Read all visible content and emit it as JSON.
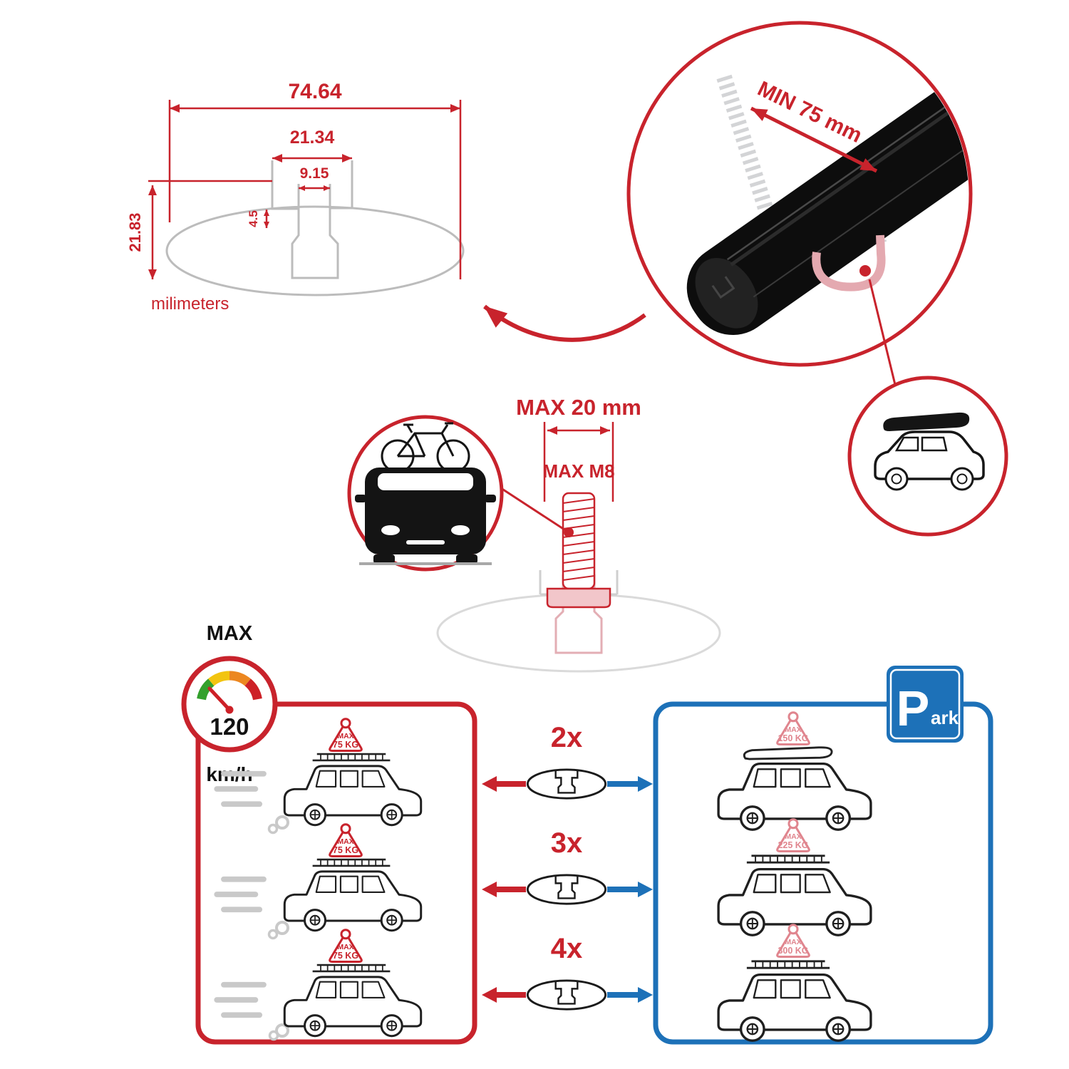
{
  "profile_diagram": {
    "total_width": "74.64",
    "channel_width": "21.34",
    "slot_width": "9.15",
    "lip_depth": "4.5",
    "total_height": "21.83",
    "units_label": "milimeters"
  },
  "crossbar_circle": {
    "min_span_label": "MIN 75 mm"
  },
  "bolt_diagram": {
    "max_length_label": "MAX 20 mm",
    "max_thread_label": "MAX M8"
  },
  "speed_gauge": {
    "title": "MAX",
    "value": "120",
    "units": "km/h"
  },
  "park_sign": {
    "initial": "P",
    "rest": "ark"
  },
  "capacity_table": {
    "multipliers": [
      "2x",
      "3x",
      "4x"
    ],
    "driving": [
      {
        "max_label": "MAX",
        "load": "75 KG"
      },
      {
        "max_label": "MAX",
        "load": "75 KG"
      },
      {
        "max_label": "MAX",
        "load": "75 KG"
      }
    ],
    "parked": [
      {
        "max_label": "MAX",
        "load": "150 KG"
      },
      {
        "max_label": "MAX",
        "load": "225 KG"
      },
      {
        "max_label": "MAX",
        "load": "300 KG"
      }
    ]
  },
  "icons": {
    "gauge": "speedometer-icon",
    "left_circle": "car-front-with-bike-icon",
    "right_circle": "suv-with-roofbox-icon",
    "park": "parking-sign-icon",
    "bar_section": "crossbar-profile-icon"
  },
  "colors": {
    "accent_red": "#c8232c",
    "accent_blue": "#1d71b8",
    "profile_gray": "#bcbcbc",
    "faded_pink": "#e3aeb4",
    "bar_black": "#0d0d0d"
  }
}
